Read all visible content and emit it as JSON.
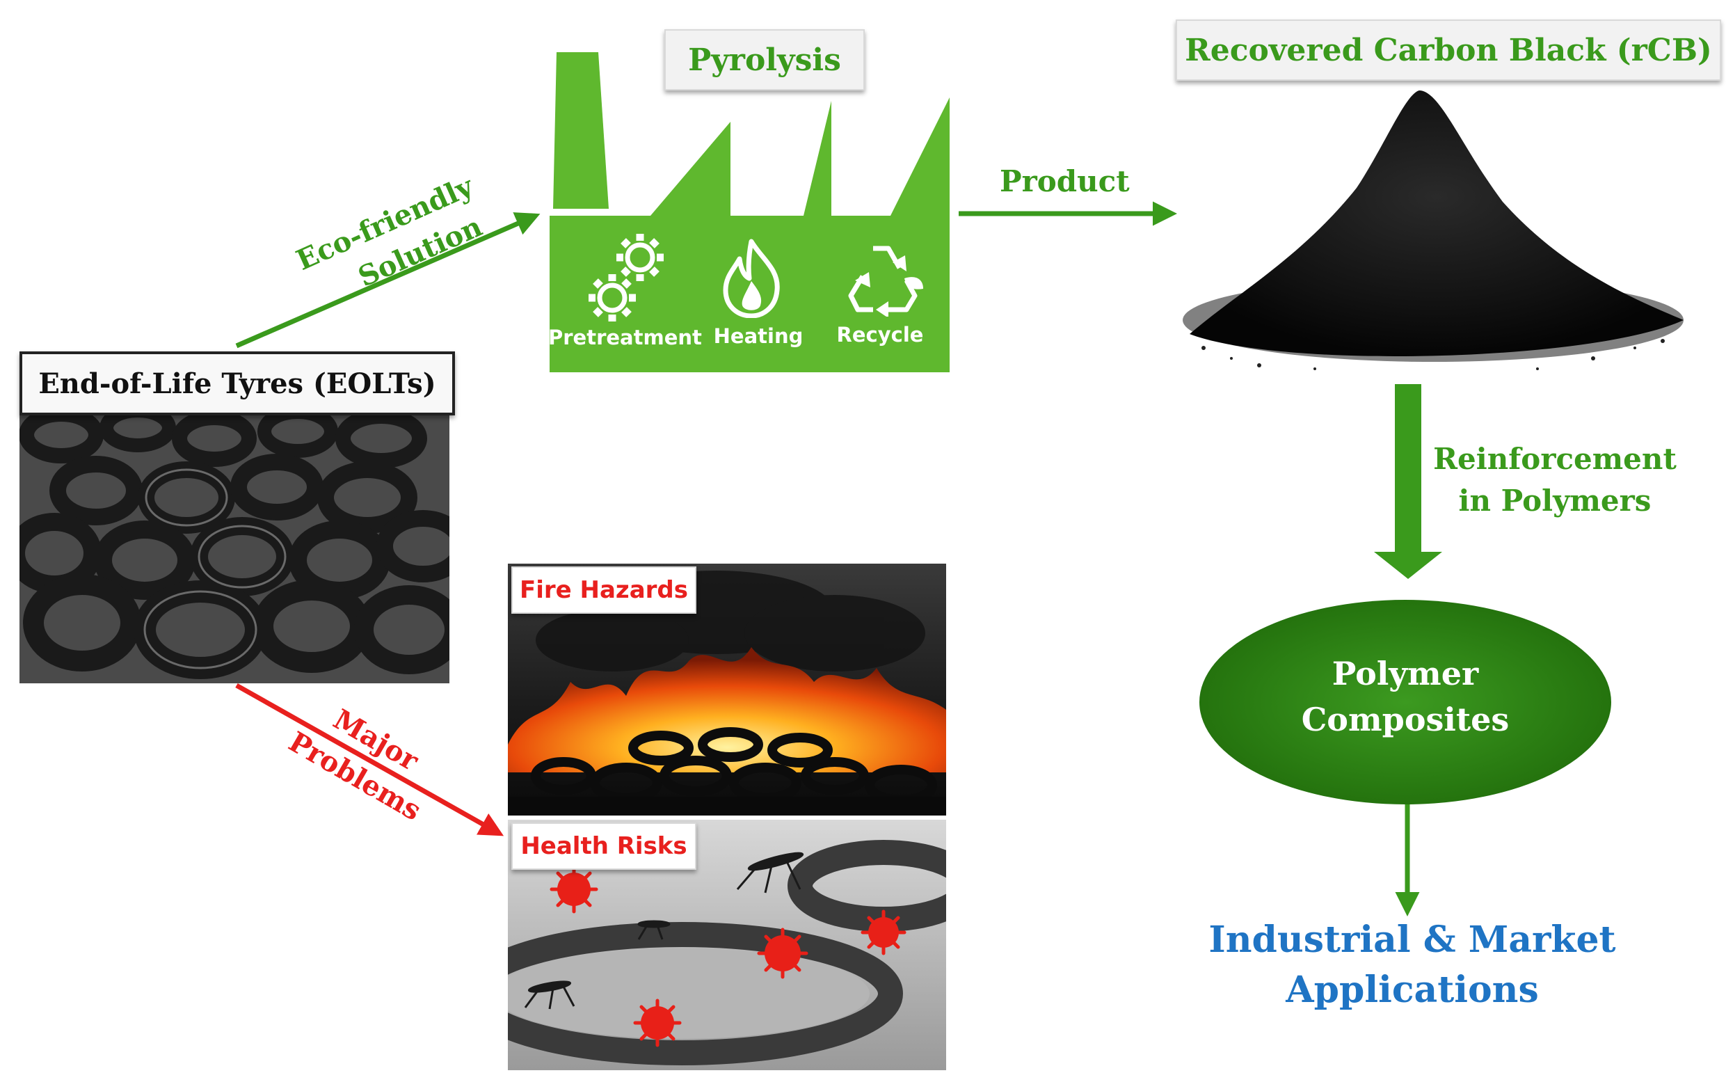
{
  "colors": {
    "green": "#3a9a1c",
    "factory_green": "#5fb82e",
    "red": "#e8201e",
    "blue": "#1f74c4",
    "ellipse_green": "#2e8b16"
  },
  "eolt": {
    "title": "End-of-Life Tyres (EOLTs)"
  },
  "pyrolysis": {
    "title": "Pyrolysis",
    "steps": [
      {
        "label": "Pretreatment",
        "icon": "gears-icon"
      },
      {
        "label": "Heating",
        "icon": "flame-icon"
      },
      {
        "label": "Recycle",
        "icon": "recycle-icon"
      }
    ]
  },
  "rcb": {
    "title": "Recovered Carbon Black (rCB)"
  },
  "arrows": {
    "eco_line1": "Eco-friendly",
    "eco_line2": "Solution",
    "product": "Product",
    "reinforce_line1": "Reinforcement",
    "reinforce_line2": "in Polymers",
    "major_line1": "Major",
    "major_line2": "Problems"
  },
  "composites": {
    "line1": "Polymer",
    "line2": "Composites"
  },
  "applications": {
    "line1": "Industrial & Market",
    "line2": "Applications"
  },
  "problems": {
    "fire": "Fire Hazards",
    "health": "Health Risks"
  }
}
